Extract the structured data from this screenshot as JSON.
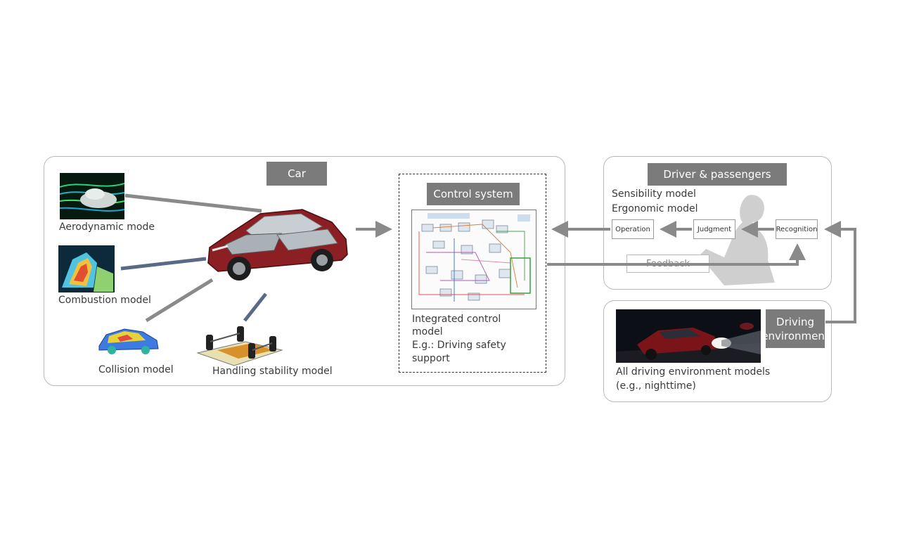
{
  "car_panel": {
    "title": "Car",
    "models": {
      "aerodynamic": "Aerodynamic mode",
      "combustion": "Combustion model",
      "collision": "Collision model",
      "handling": "Handling stability model"
    }
  },
  "control_panel": {
    "title": "Control system",
    "caption_lines": [
      "Integrated control",
      "model",
      "E.g.: Driving safety",
      "support"
    ]
  },
  "driver_panel": {
    "title": "Driver & passengers",
    "model_lines": [
      "Sensibility model",
      "Ergonomic model"
    ],
    "steps": {
      "operation": "Operation",
      "judgment": "Judgment",
      "recognition": "Recognition"
    },
    "feedback": "Feedback"
  },
  "environment_panel": {
    "title_lines": [
      "Driving",
      "environment"
    ],
    "caption_lines": [
      "All driving environment models",
      "(e.g., nighttime)"
    ]
  },
  "colors": {
    "header_gray": "#7b7b7b",
    "arrow_gray": "#8a8a8a",
    "connector_blue": "#5a6a86",
    "car_red": "#8c1f24"
  }
}
